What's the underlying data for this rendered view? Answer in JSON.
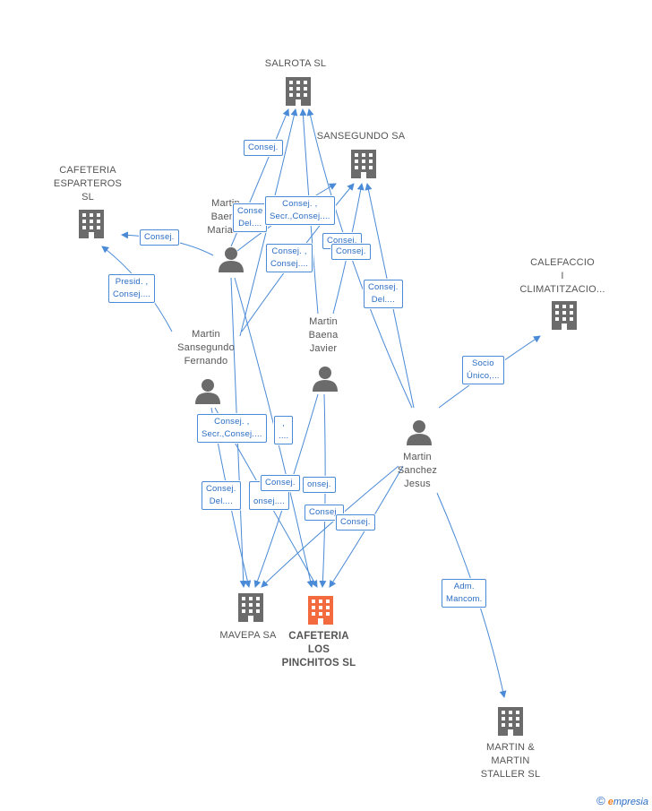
{
  "colors": {
    "edge": "#4a8ad6",
    "company_icon": "#6b6b6b",
    "focus_icon": "#f26a3d",
    "person_icon": "#6b6b6b"
  },
  "nodes": [
    {
      "id": "salrota",
      "type": "company",
      "label": "SALROTA SL"
    },
    {
      "id": "sansegundo",
      "type": "company",
      "label": "SANSEGUNDO SA"
    },
    {
      "id": "esparteros",
      "type": "company",
      "label": "CAFETERIA\nESPARTEROS\nSL"
    },
    {
      "id": "calefaccio",
      "type": "company",
      "label": "CALEFACCIO\nI\nCLIMATITZACIO..."
    },
    {
      "id": "mavepa",
      "type": "company",
      "label": "MAVEPA SA"
    },
    {
      "id": "pinchitos",
      "type": "company-focus",
      "label": "CAFETERIA\nLOS\nPINCHITOS SL"
    },
    {
      "id": "martin_staller",
      "type": "company",
      "label": "MARTIN &\nMARTIN\nSTALLER SL"
    },
    {
      "id": "baena_mariano",
      "type": "person",
      "label": "Martin\nBaena\nMariano"
    },
    {
      "id": "sansegundo_fernando",
      "type": "person",
      "label": "Martin\nSansegundo\nFernando"
    },
    {
      "id": "baena_javier",
      "type": "person",
      "label": "Martin\nBaena\nJavier"
    },
    {
      "id": "sanchez_jesus",
      "type": "person",
      "label": "Martin\nSanchez\nJesus"
    }
  ],
  "edge_labels": [
    {
      "id": "e1",
      "text": "Consej."
    },
    {
      "id": "e2",
      "text": "Consej."
    },
    {
      "id": "e3",
      "text": "Presid. ,\nConsej...."
    },
    {
      "id": "e4",
      "text": "Conse\nDel...."
    },
    {
      "id": "e5",
      "text": "Consej. ,\nSecr.,Consej...."
    },
    {
      "id": "e6",
      "text": "Consej. ,\nConsej...."
    },
    {
      "id": "e7",
      "text": "Consej."
    },
    {
      "id": "e8",
      "text": "Consej."
    },
    {
      "id": "e9",
      "text": "Consej.\nDel...."
    },
    {
      "id": "e10",
      "text": "Socio\nÚnico,..."
    },
    {
      "id": "e11",
      "text": "Consej. ,\nSecr.,Consej...."
    },
    {
      "id": "e12",
      "text": ",\n...."
    },
    {
      "id": "e13",
      "text": "Consej.\nDel...."
    },
    {
      "id": "e14",
      "text": "esr.\nonsej...."
    },
    {
      "id": "e15",
      "text": "Consej."
    },
    {
      "id": "e16",
      "text": "onsej."
    },
    {
      "id": "e17",
      "text": "Consej."
    },
    {
      "id": "e18",
      "text": "Consej."
    },
    {
      "id": "e19",
      "text": "Adm.\nMancom."
    }
  ],
  "footer": {
    "copyright": "©",
    "brand_first": "e",
    "brand_rest": "mpresia"
  }
}
